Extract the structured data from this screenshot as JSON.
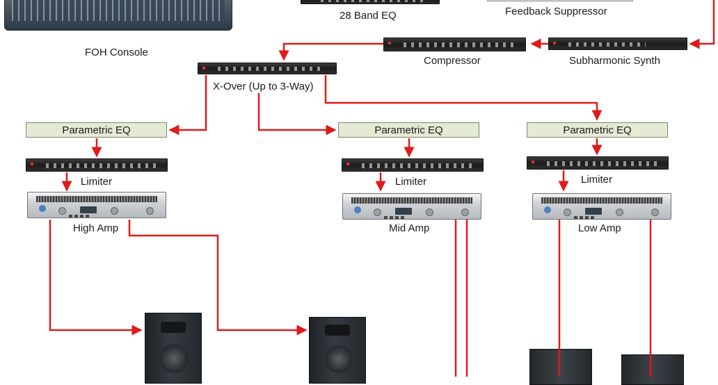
{
  "labels": {
    "foh_console": "FOH Console",
    "band_eq": "28 Band EQ",
    "feedback_suppressor": "Feedback Suppressor",
    "compressor": "Compressor",
    "subharmonic_synth": "Subharmonic Synth",
    "xover": "X-Over (Up to 3-Way)",
    "peq_high": "Parametric EQ",
    "peq_mid": "Parametric EQ",
    "peq_low": "Parametric EQ",
    "limiter_high": "Limiter",
    "limiter_mid": "Limiter",
    "limiter_low": "Limiter",
    "amp_high": "High Amp",
    "amp_mid": "Mid Amp",
    "amp_low": "Low Amp"
  },
  "colors": {
    "signal_wire": "#e01a1a",
    "peq_box_fill": "#e4ead4",
    "peq_box_border": "#7d8a6a"
  }
}
